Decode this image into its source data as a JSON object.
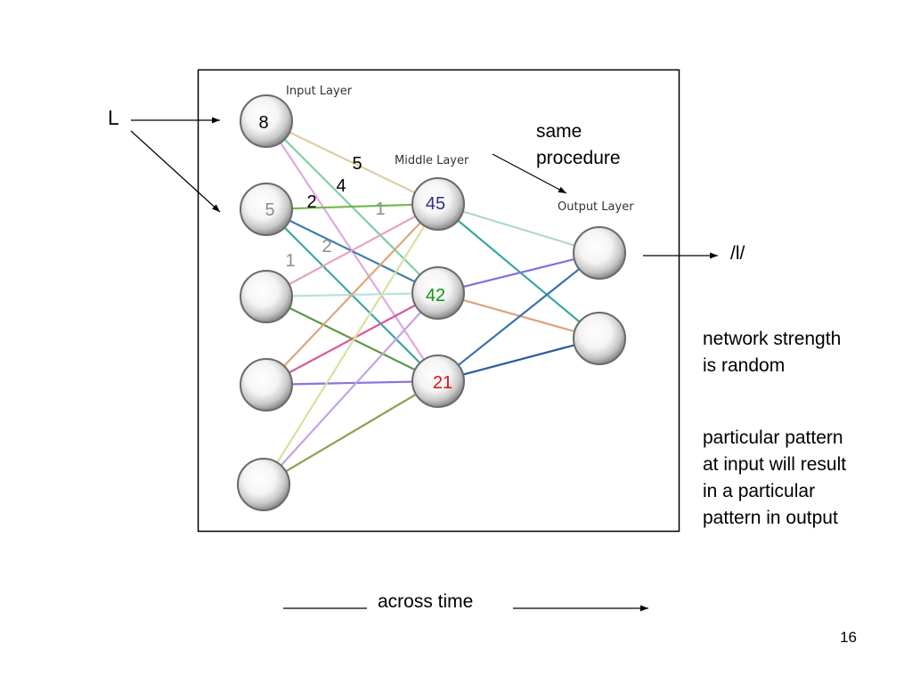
{
  "network": {
    "layer_labels": {
      "input": "Input Layer",
      "middle": "Middle Layer",
      "output": "Output Layer"
    },
    "input_nodes": [
      {
        "value": "8",
        "color": "#000000"
      },
      {
        "value": "5",
        "color": "#8c8c8c"
      },
      {
        "value": "",
        "color": "#000000"
      },
      {
        "value": "",
        "color": "#000000"
      },
      {
        "value": "",
        "color": "#000000"
      }
    ],
    "middle_nodes": [
      {
        "value": "45",
        "color": "#2e2e8f"
      },
      {
        "value": "42",
        "color": "#129512"
      },
      {
        "value": "21",
        "color": "#e01010"
      }
    ],
    "output_nodes": [
      {
        "value": "",
        "color": "#000000"
      },
      {
        "value": "",
        "color": "#000000"
      }
    ],
    "connections": [
      {
        "from": "input.0",
        "to": "middle.0",
        "color": "#dccfa4"
      },
      {
        "from": "input.0",
        "to": "middle.1",
        "color": "#7ecfa4"
      },
      {
        "from": "input.0",
        "to": "middle.2",
        "color": "#dfa8de"
      },
      {
        "from": "input.1",
        "to": "middle.0",
        "color": "#72b84c"
      },
      {
        "from": "input.1",
        "to": "middle.1",
        "color": "#3c7fa6"
      },
      {
        "from": "input.1",
        "to": "middle.2",
        "color": "#3aa6a4"
      },
      {
        "from": "input.2",
        "to": "middle.0",
        "color": "#eaa2c0"
      },
      {
        "from": "input.2",
        "to": "middle.1",
        "color": "#b4e2e0"
      },
      {
        "from": "input.2",
        "to": "middle.2",
        "color": "#5a9a44"
      },
      {
        "from": "input.3",
        "to": "middle.0",
        "color": "#dca77c"
      },
      {
        "from": "input.3",
        "to": "middle.1",
        "color": "#d8589a"
      },
      {
        "from": "input.3",
        "to": "middle.2",
        "color": "#8a72dc"
      },
      {
        "from": "input.4",
        "to": "middle.0",
        "color": "#d6e29a"
      },
      {
        "from": "input.4",
        "to": "middle.1",
        "color": "#c6a2e0"
      },
      {
        "from": "input.4",
        "to": "middle.2",
        "color": "#8aa256"
      },
      {
        "from": "middle.0",
        "to": "output.0",
        "color": "#aedcc0"
      },
      {
        "from": "middle.0",
        "to": "output.1",
        "color": "#3aa6a4"
      },
      {
        "from": "middle.1",
        "to": "output.0",
        "color": "#7a72dc"
      },
      {
        "from": "middle.1",
        "to": "output.1",
        "color": "#e0a27c"
      },
      {
        "from": "middle.2",
        "to": "output.0",
        "color": "#3c72b0"
      },
      {
        "from": "middle.2",
        "to": "output.1",
        "color": "#2e5a9c"
      }
    ],
    "weight_labels": [
      {
        "text": "5",
        "color": "#000000"
      },
      {
        "text": "4",
        "color": "#000000"
      },
      {
        "text": "2",
        "color": "#000000"
      },
      {
        "text": "1",
        "color": "#8c8c8c"
      },
      {
        "text": "2",
        "color": "#8c8c8c"
      },
      {
        "text": "1",
        "color": "#8c8c8c"
      }
    ]
  },
  "annotations": {
    "input_label": "L",
    "output_label": "/l/",
    "same_procedure": [
      "same",
      "procedure"
    ],
    "network_strength": [
      "network strength",
      "is random"
    ],
    "particular_pattern": [
      "particular pattern",
      "at input will result",
      "in a particular",
      "pattern in output"
    ],
    "across_time": "across time"
  },
  "page_number": "16"
}
